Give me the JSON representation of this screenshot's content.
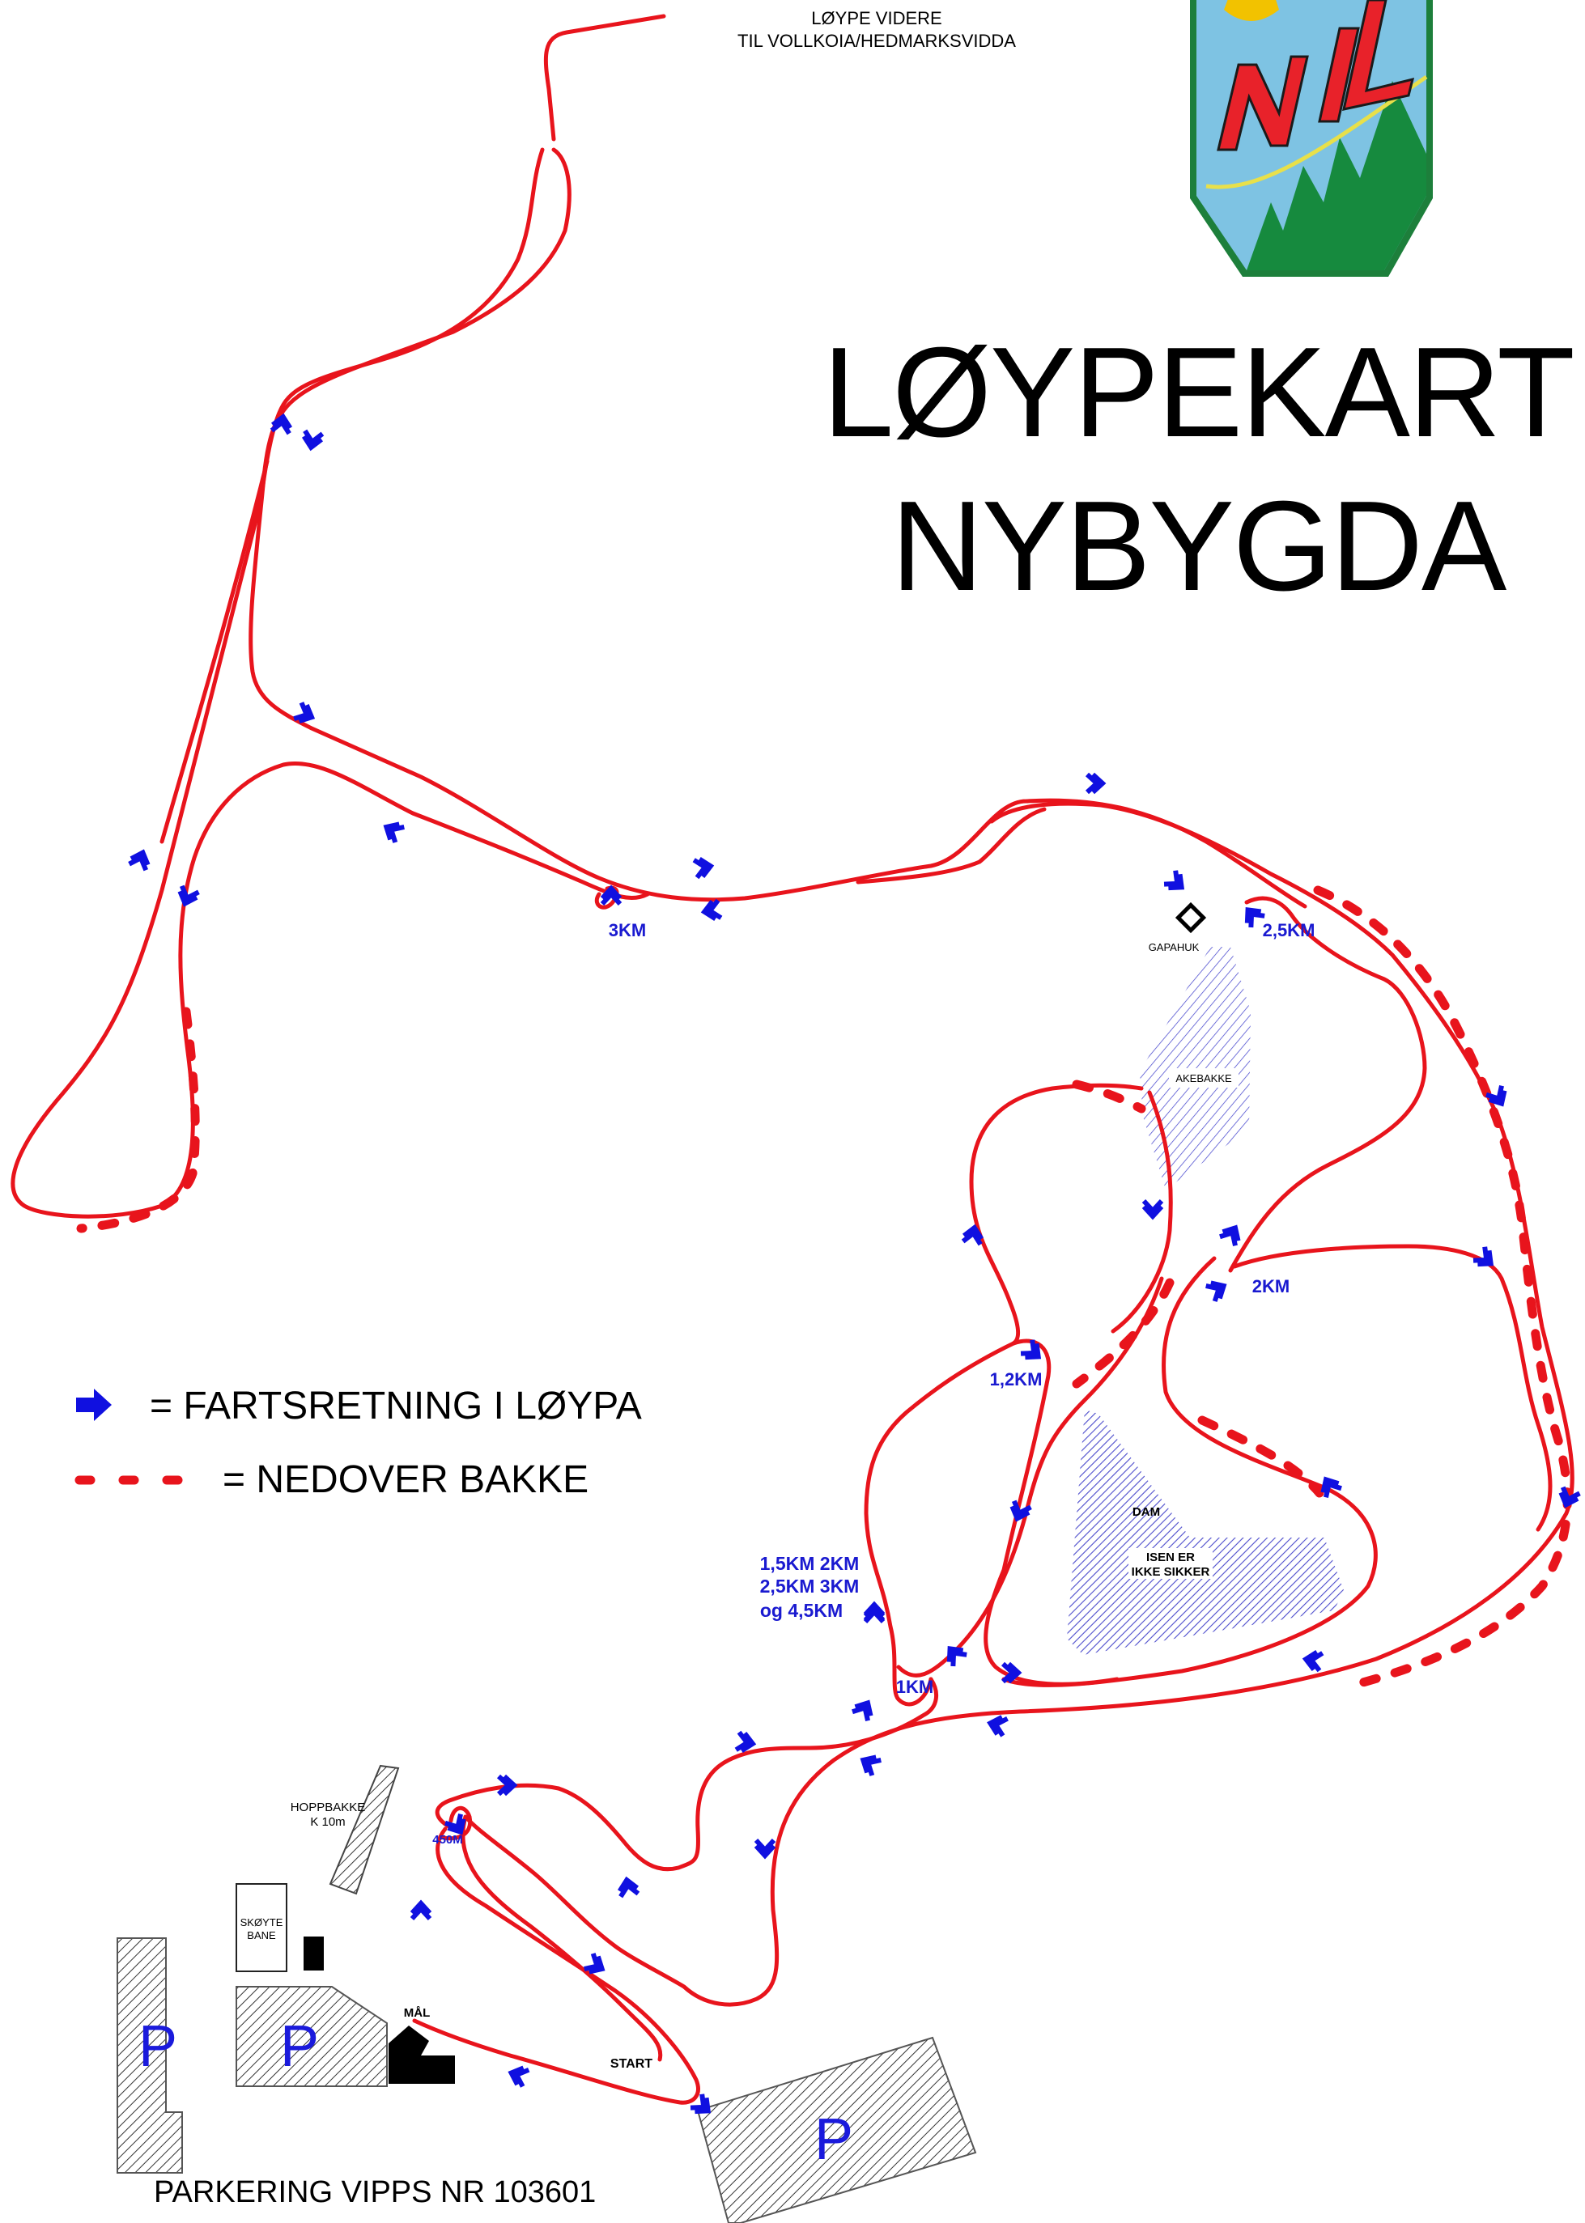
{
  "title": {
    "line1": "LØYPEKART",
    "line2": "NYBYGDA"
  },
  "logo": {
    "text": "NIL",
    "colors": {
      "sky": "#7ec3e3",
      "trees": "#168a3e",
      "letters": "#e8222a",
      "border": "#1d7f3b",
      "crown": "#f2c200"
    }
  },
  "legend": {
    "direction": "= FARTSRETNING I LØYPA",
    "downhill": "= NEDOVER BAKKE"
  },
  "map_labels": {
    "trail_continues_1": "LØYPE VIDERE",
    "trail_continues_2": "TIL VOLLKOIA/HEDMARKSVIDDA",
    "gapahuk": "GAPAHUK",
    "akebakke": "AKEBAKKE",
    "dam": "DAM",
    "ice_warning_1": "ISEN ER",
    "ice_warning_2": "IKKE SIKKER",
    "hoppbakke_1": "HOPPBAKKE",
    "hoppbakke_2": "K 10m",
    "skoyte_1": "SKØYTE",
    "skoyte_2": "BANE",
    "mal": "MÅL",
    "start": "START",
    "parking_symbol": "P"
  },
  "distance_labels": {
    "km3": "3KM",
    "km2_5": "2,5KM",
    "km2": "2KM",
    "km1_2": "1,2KM",
    "km1": "1KM",
    "m450": "450M",
    "multi_1": "1,5KM 2KM",
    "multi_2": "2,5KM 3KM",
    "multi_3": "og 4,5KM"
  },
  "parking_vipps": "PARKERING VIPPS NR 103601",
  "colors": {
    "trail": "#e8141c",
    "arrow": "#1010e0",
    "water": "#5a5ad0",
    "hatch": "#333333"
  }
}
